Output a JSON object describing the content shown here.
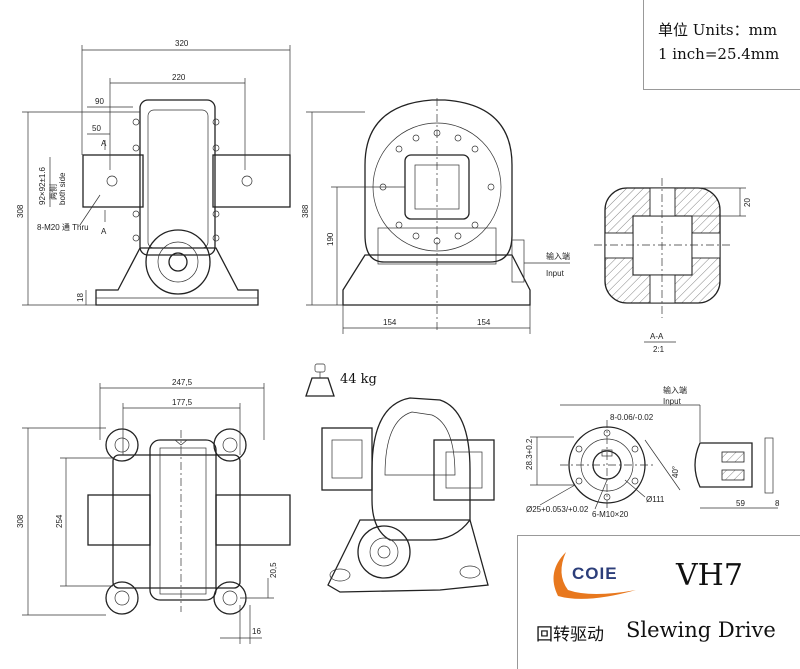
{
  "units": {
    "line1": "单位 Units：mm",
    "line2": "1 inch=25.4mm"
  },
  "brand": {
    "logo_text": "COIE",
    "model": "VH7",
    "name_cn": "回转驱动",
    "name_en": "Slewing Drive",
    "colors": {
      "accent_orange": "#e8781e",
      "accent_blue": "#2c3e7a"
    }
  },
  "weight": {
    "value": "44 kg",
    "icon": "weight-icon"
  },
  "views": {
    "front": {
      "dim_320": "320",
      "dim_220": "220",
      "dim_90": "90",
      "dim_50": "50",
      "dim_308": "308",
      "dim_18": "18",
      "dim_square": "92×92±1.6",
      "note_cn": "两侧",
      "note_en": "both side",
      "bolt_note": "8-M20 通 Thru",
      "section_a_top": "A",
      "section_a_bottom": "A"
    },
    "side": {
      "dim_388": "388",
      "dim_190": "190",
      "dim_154_left": "154",
      "dim_154_right": "154",
      "input_cn": "输入端",
      "input_en": "Input"
    },
    "section": {
      "dim_20": "20",
      "label": "A-A",
      "scale": "2:1"
    },
    "top": {
      "dim_247": "247,5",
      "dim_177": "177,5",
      "dim_308": "308",
      "dim_254": "254",
      "dim_20_5": "20,5",
      "dim_16": "16"
    },
    "input_detail": {
      "input_cn": "输入端",
      "input_en": "Input",
      "dim_key": "8-0.06/-0.02",
      "dim_283": "28.3+0.2",
      "dim_40": "40°",
      "dim_111": "Ø111",
      "dim_bolts": "6-M10×20",
      "dim_25": "Ø25+0.053/+0.02",
      "dim_59": "59",
      "dim_8": "8"
    }
  }
}
